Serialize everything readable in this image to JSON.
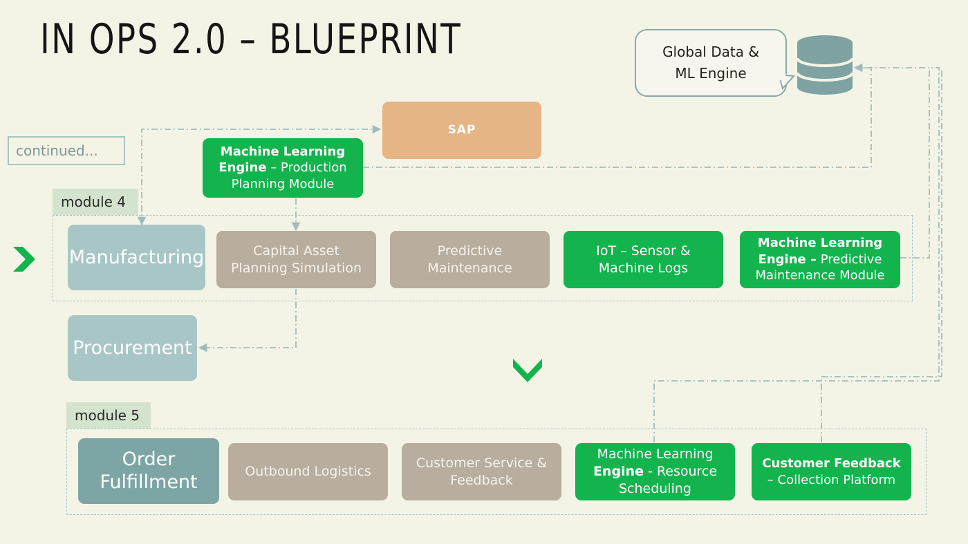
{
  "title": "IN OPS 2.0 – BLUEPRINT",
  "continued_label": "continued...",
  "global_engine": {
    "lines": [
      "Global Data &",
      "ML  Engine"
    ]
  },
  "sap": {
    "label": "SAP"
  },
  "ml_production": {
    "bold1": "Machine Learning",
    "bold2": "Engine",
    "rest2": " – Production",
    "line3": "Planning Module"
  },
  "module4": {
    "tab": "module 4",
    "manufacturing": "Manufacturing",
    "capital": [
      "Capital Asset",
      "Planning Simulation"
    ],
    "predictive": [
      "Predictive",
      "Maintenance"
    ],
    "iot": [
      "IoT  – Sensor &",
      "Machine Logs"
    ],
    "ml_predictive": {
      "bold1": "Machine Learning",
      "bold2": "Engine –",
      "rest2": " Predictive",
      "line3": "Maintenance Module"
    }
  },
  "procurement": "Procurement",
  "module5": {
    "tab": "module 5",
    "order": [
      "Order",
      "Fulfillment"
    ],
    "outbound": "Outbound Logistics",
    "customer_service": [
      "Customer Service &",
      "Feedback"
    ],
    "ml_resource": {
      "line1": "Machine Learning",
      "bold2": "Engine",
      "rest2": " - Resource",
      "line3": "Scheduling"
    },
    "feedback": {
      "bold1": "Customer Feedback",
      "line2": "– Collection Platform"
    }
  },
  "icons": {
    "database": "database-icon",
    "right_chevron": "chevron-right-icon",
    "down_chevron": "chevron-down-icon"
  },
  "colors": {
    "background": "#f4f4e6",
    "green": "#13b34d",
    "gray": "#b8ad9e",
    "teal": "#a9c6c6",
    "teal_dark": "#7ea5a5",
    "sap": "#e6b585",
    "connector": "#9fbcbc"
  }
}
